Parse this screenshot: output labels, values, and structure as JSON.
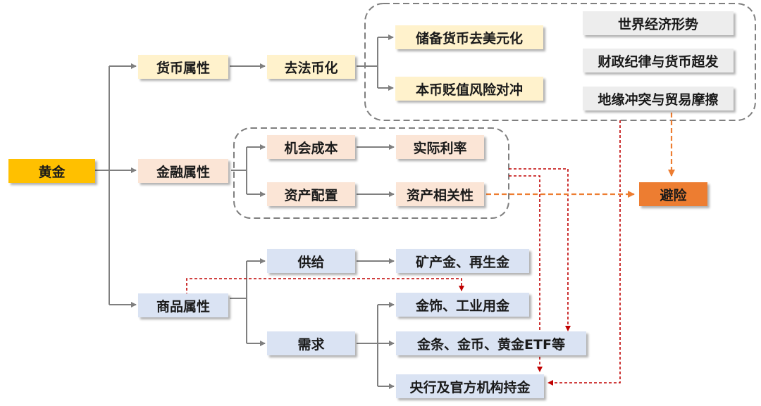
{
  "nodes": {
    "gold": "黄金",
    "currency_attr": "货币属性",
    "financial_attr": "金融属性",
    "commodity_attr": "商品属性",
    "de_fiat": "去法币化",
    "reserve_dedollar": "储备货币去美元化",
    "local_depreciation_hedge": "本币贬值风险对冲",
    "world_economy": "世界经济形势",
    "fiscal_monetary": "财政纪律与货币超发",
    "geo_trade": "地缘冲突与贸易摩擦",
    "opportunity_cost": "机会成本",
    "real_rate": "实际利率",
    "asset_allocation": "资产配置",
    "asset_correlation": "资产相关性",
    "safe_haven": "避险",
    "supply": "供给",
    "mine_recycle": "矿产金、再生金",
    "demand": "需求",
    "jewelry_industrial": "金饰、工业用金",
    "bars_coins_etf": "金条、金币、黄金ETF等",
    "central_bank": "央行及官方机构持金"
  },
  "colors": {
    "gold": "#ffc000",
    "yellow": "#fff2cc",
    "peach": "#fbe5d6",
    "blue": "#dae3f3",
    "gray": "#ededed",
    "orange": "#ed7d31",
    "arrow_gray": "#7f7f7f",
    "dashed_red": "#c00000",
    "dashed_orange": "#ed7d31",
    "group_border": "#7f7f7f"
  }
}
